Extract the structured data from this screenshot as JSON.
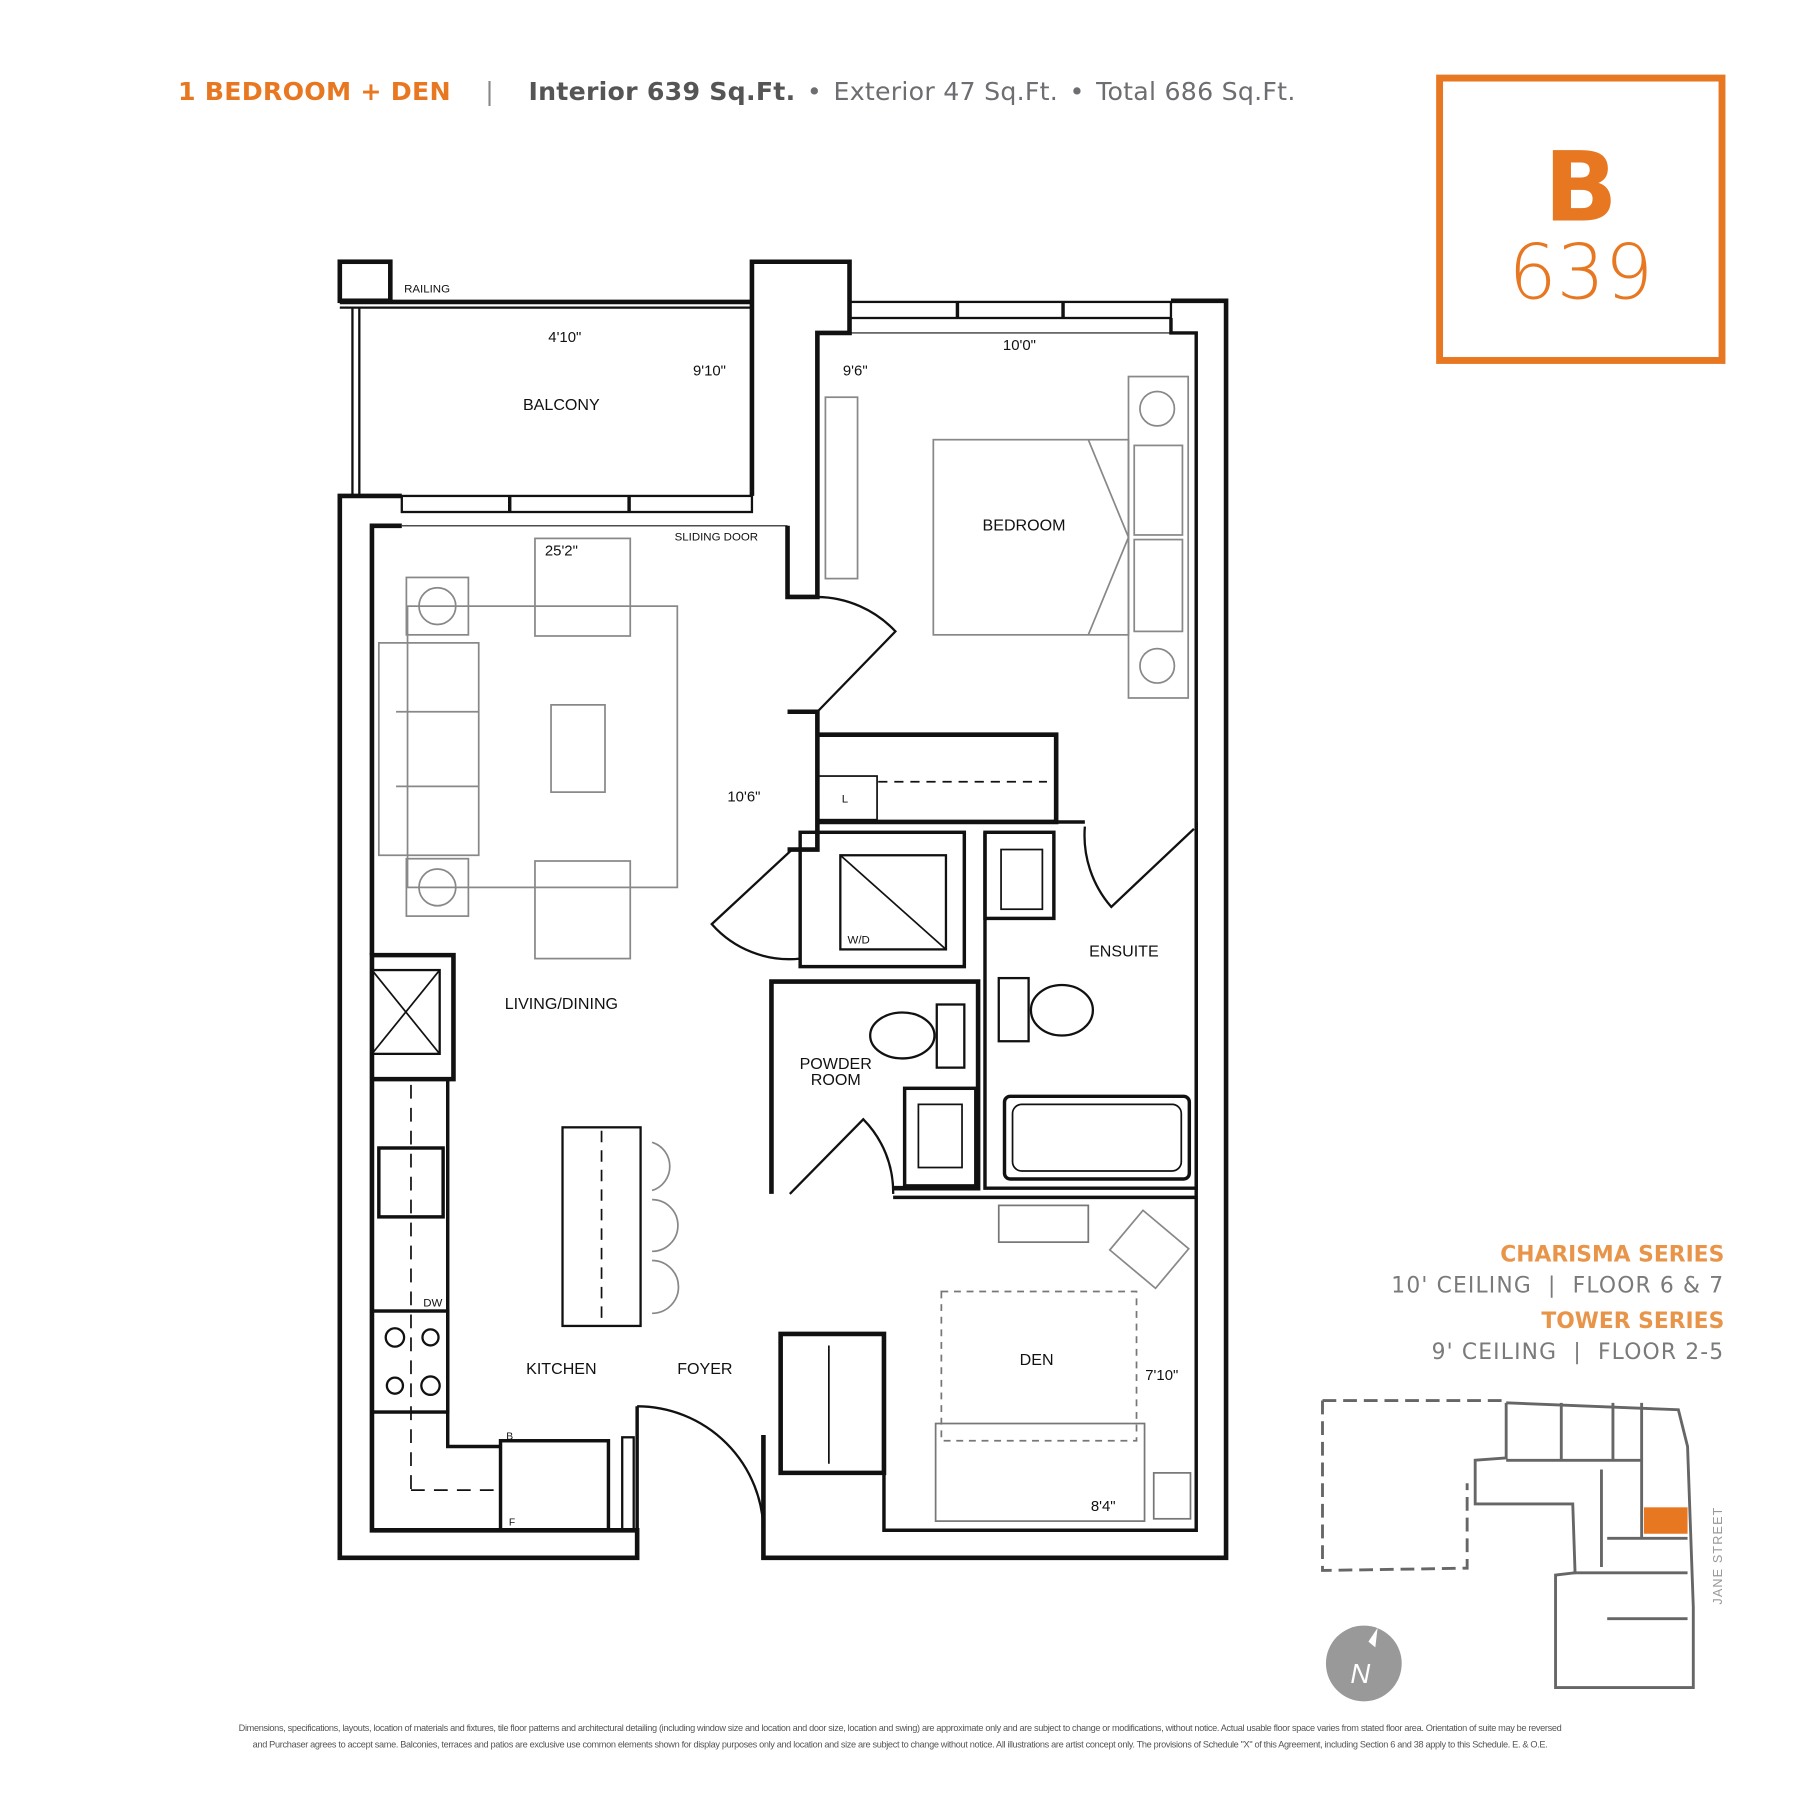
{
  "header": {
    "unit_type": "1 BEDROOM + DEN",
    "separator": "|",
    "interior": "Interior 639 Sq.Ft.",
    "bullet": "•",
    "exterior": "Exterior 47 Sq.Ft.",
    "total": "Total 686 Sq.Ft."
  },
  "badge": {
    "model": "B",
    "size": "639"
  },
  "rooms": {
    "balcony": "BALCONY",
    "bedroom": "BEDROOM",
    "living_dining": "LIVING/DINING",
    "ensuite": "ENSUITE",
    "powder_room_1": "POWDER",
    "powder_room_2": "ROOM",
    "kitchen": "KITCHEN",
    "foyer": "FOYER",
    "den": "DEN"
  },
  "labels": {
    "railing": "RAILING",
    "sliding_door": "SLIDING DOOR",
    "linen": "L",
    "washer_dryer": "W/D",
    "dishwasher": "DW",
    "fridge": "F",
    "b": "B"
  },
  "dimensions": {
    "balcony_depth": "4'10\"",
    "balcony_width": "9'10\"",
    "bedroom_width": "9'6\"",
    "bedroom_depth": "10'0\"",
    "living_length": "25'2\"",
    "living_width": "10'6\"",
    "den_width": "7'10\"",
    "den_depth": "8'4\""
  },
  "series": [
    {
      "title": "CHARISMA SERIES",
      "detail": "10' CEILING  |  FLOOR 6 & 7"
    },
    {
      "title": "TOWER SERIES",
      "detail": "9' CEILING  |  FLOOR 2-5"
    }
  ],
  "keyplan": {
    "street": "JANE STREET",
    "north": "N",
    "highlight_color": "#e87722"
  },
  "disclaimer": [
    "Dimensions, specifications, layouts, location of materials and fixtures, tile floor patterns and architectural detailing (including window size and location and door size, location and swing) are approximate only and are subject to change or modifications, without notice. Actual usable floor space varies from stated floor area. Orientation of suite may be reversed",
    "and Purchaser agrees to accept same. Balconies, terraces and patios are exclusive use common elements shown for display purposes only and location and size are subject to change without notice. All illustrations are artist concept only. The provisions of Schedule \"X\" of this Agreement, including Section 6 and 38 apply to this Schedule. E. & O.E."
  ],
  "colors": {
    "accent": "#e87722",
    "text_grey": "#6d6e71"
  }
}
